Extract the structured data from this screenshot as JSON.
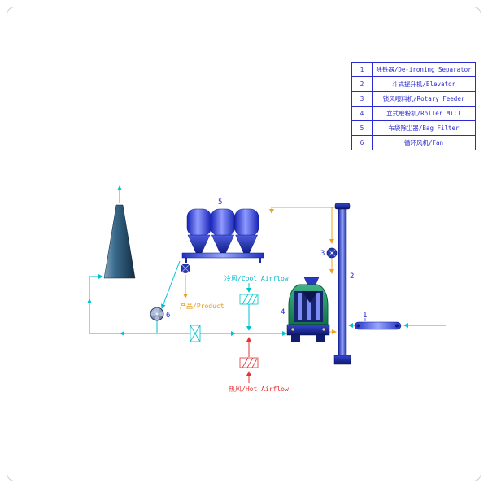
{
  "page": {
    "background": "#ffffff"
  },
  "legend": {
    "rows": [
      {
        "num": "1",
        "label": "除铁器/De-ironing Separator"
      },
      {
        "num": "2",
        "label": "斗式提升机/Elevator"
      },
      {
        "num": "3",
        "label": "锁风喂料机/Rotary Feeder"
      },
      {
        "num": "4",
        "label": "立式磨粉机/Roller Mill"
      },
      {
        "num": "5",
        "label": "布袋除尘器/Bag Filter"
      },
      {
        "num": "6",
        "label": "循环风机/Fan"
      }
    ]
  },
  "labels": {
    "product": "产品/Product",
    "cool_airflow": "冷风/Cool Airflow",
    "hot_airflow": "热风/Hot Airflow"
  },
  "markers": {
    "de_ironing_separator": "1",
    "elevator": "2",
    "rotary_feeder": "3",
    "roller_mill": "4",
    "bag_filter": "5",
    "fan": "6"
  },
  "colors": {
    "cool_line": "#00c2cc",
    "material_line": "#f0a020",
    "hot_line": "#e83030",
    "legend_blue": "#2a2ad0",
    "equipment_blue": "#2233cc",
    "mill_green": "#1f9e63"
  }
}
